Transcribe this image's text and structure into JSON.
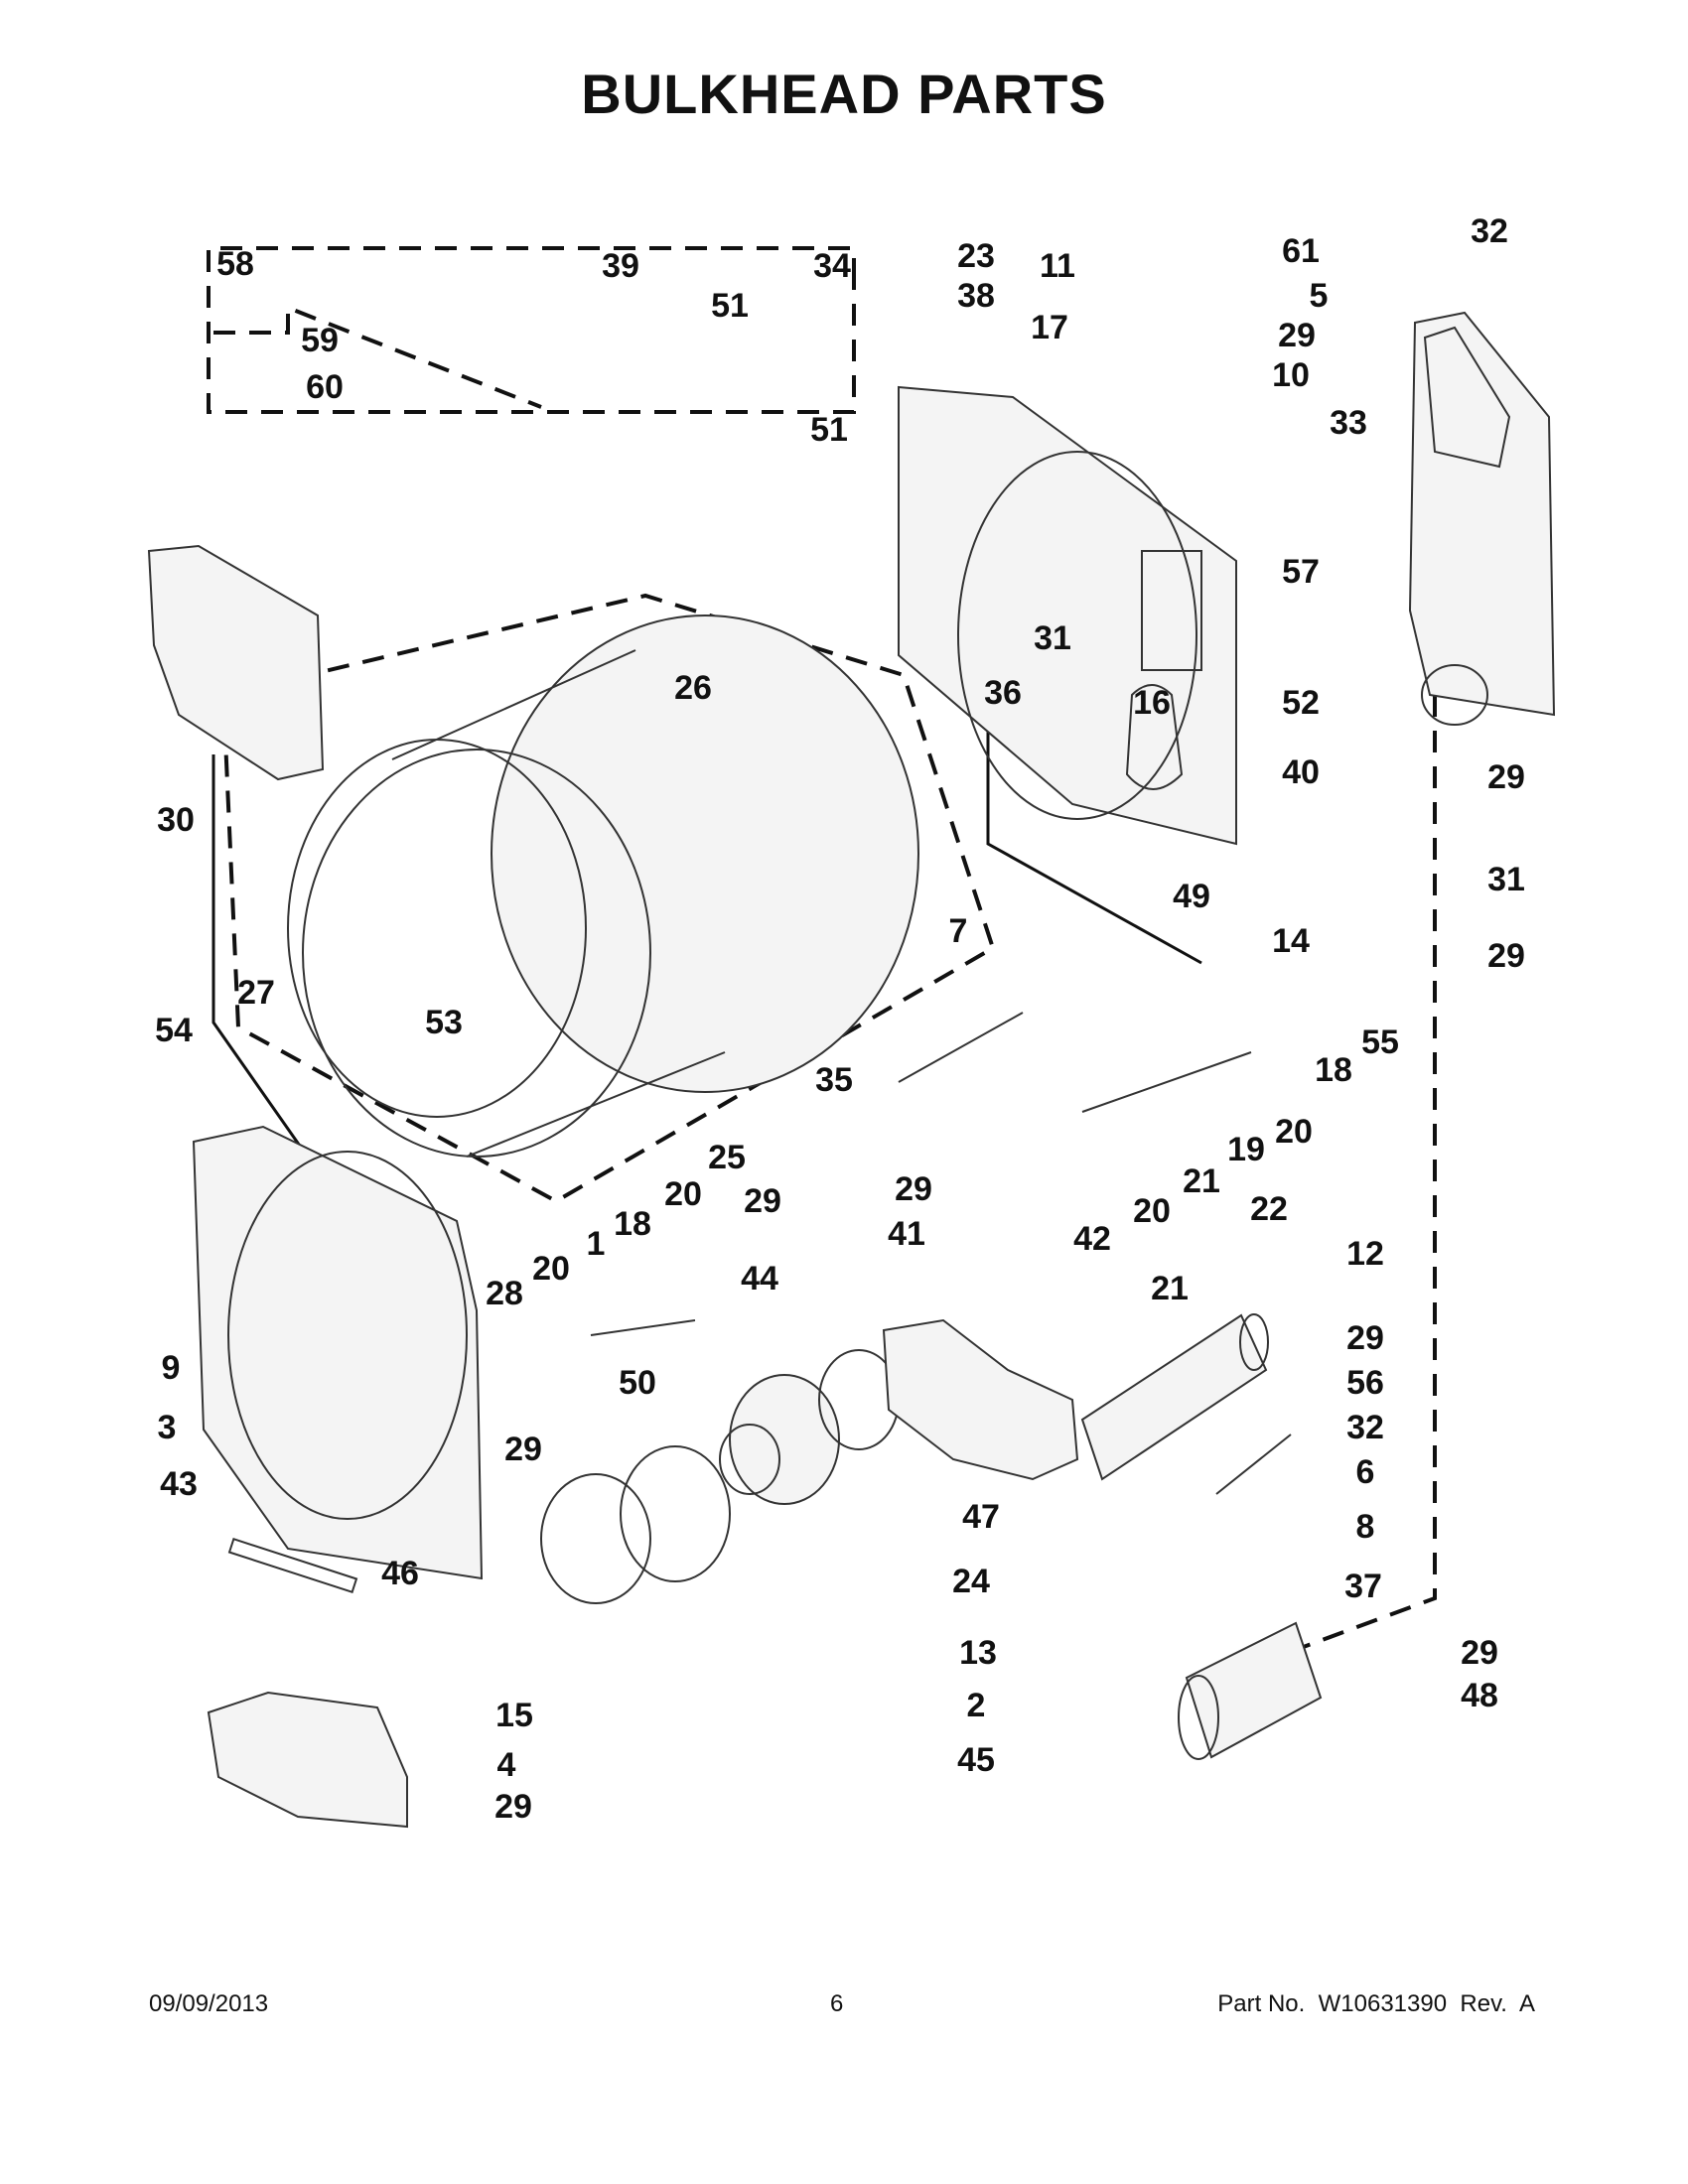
{
  "title": "BULKHEAD PARTS",
  "footer": {
    "date": "09/09/2013",
    "page": "6",
    "part_number": "Part No.  W10631390  Rev.  A"
  },
  "callouts": [
    "58",
    "39",
    "34",
    "23",
    "38",
    "11",
    "61",
    "32",
    "5",
    "59",
    "51",
    "60",
    "51",
    "17",
    "29",
    "10",
    "33",
    "57",
    "36",
    "31",
    "16",
    "26",
    "30",
    "52",
    "29",
    "40",
    "31",
    "27",
    "7",
    "49",
    "14",
    "29",
    "54",
    "53",
    "55",
    "35",
    "18",
    "20",
    "19",
    "21",
    "25",
    "20",
    "29",
    "29",
    "20",
    "41",
    "42",
    "22",
    "12",
    "21",
    "44",
    "18",
    "20",
    "1",
    "29",
    "56",
    "28",
    "9",
    "50",
    "32",
    "3",
    "29",
    "6",
    "43",
    "47",
    "8",
    "46",
    "37",
    "24",
    "29",
    "13",
    "48",
    "2",
    "15",
    "45",
    "4",
    "29"
  ],
  "colors": {
    "ink": "#111111",
    "line": "#333333",
    "part_fill": "#f4f4f4"
  }
}
